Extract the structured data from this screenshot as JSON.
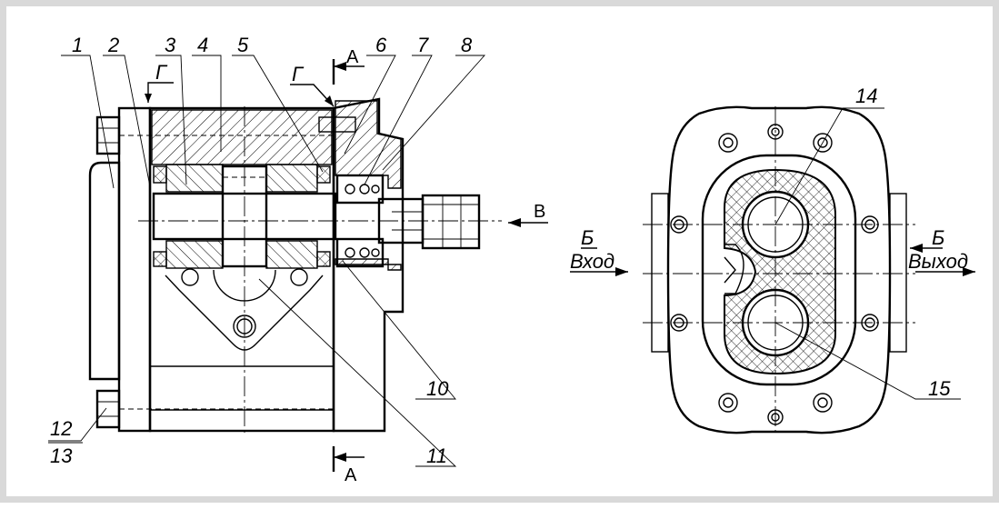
{
  "labels": {
    "n1": "1",
    "n2": "2",
    "n3": "3",
    "n4": "4",
    "n5": "5",
    "n6": "6",
    "n7": "7",
    "n8": "8",
    "n10": "10",
    "n11": "11",
    "n12": "12",
    "n13": "13",
    "n14": "14",
    "n15": "15",
    "g_left": "Г",
    "g_right": "Г",
    "a_top": "А",
    "a_bottom": "А",
    "v_arrow": "В",
    "b_left": "Б",
    "b_right": "Б",
    "inlet": "Вход",
    "outlet": "Выход"
  }
}
